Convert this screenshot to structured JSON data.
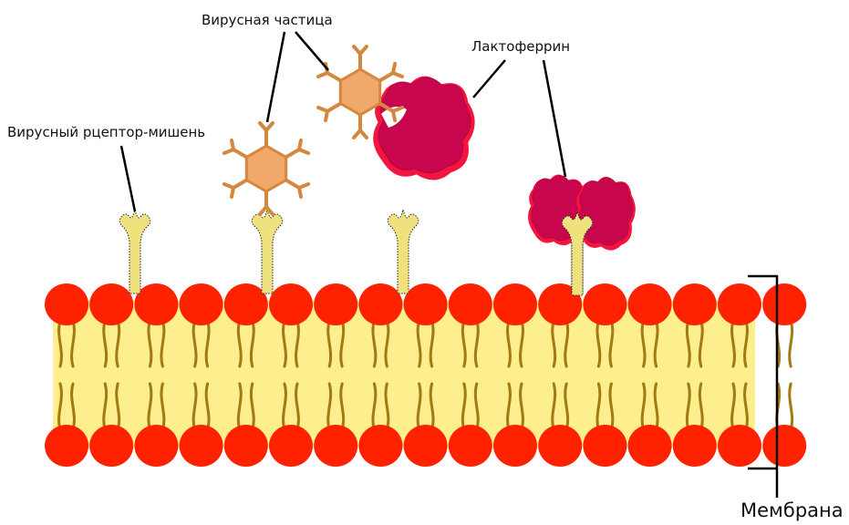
{
  "labels": {
    "virus_particle": "Вирусная частица",
    "lactoferrin": "Лактоферрин",
    "receptor": "Вирусный рцептор-мишень",
    "membrane": "Мембрана"
  },
  "colors": {
    "lipid_head": "#ff2200",
    "membrane_core": "#fdee8e",
    "lipid_tail": "#a27a12",
    "receptor": "#efe17e",
    "virus_body": "#f1a86b",
    "virus_outline": "#d4873f",
    "lactoferrin_main": "#c7064d",
    "lactoferrin_shadow": "#f3143f",
    "leader_line": "#000000"
  }
}
